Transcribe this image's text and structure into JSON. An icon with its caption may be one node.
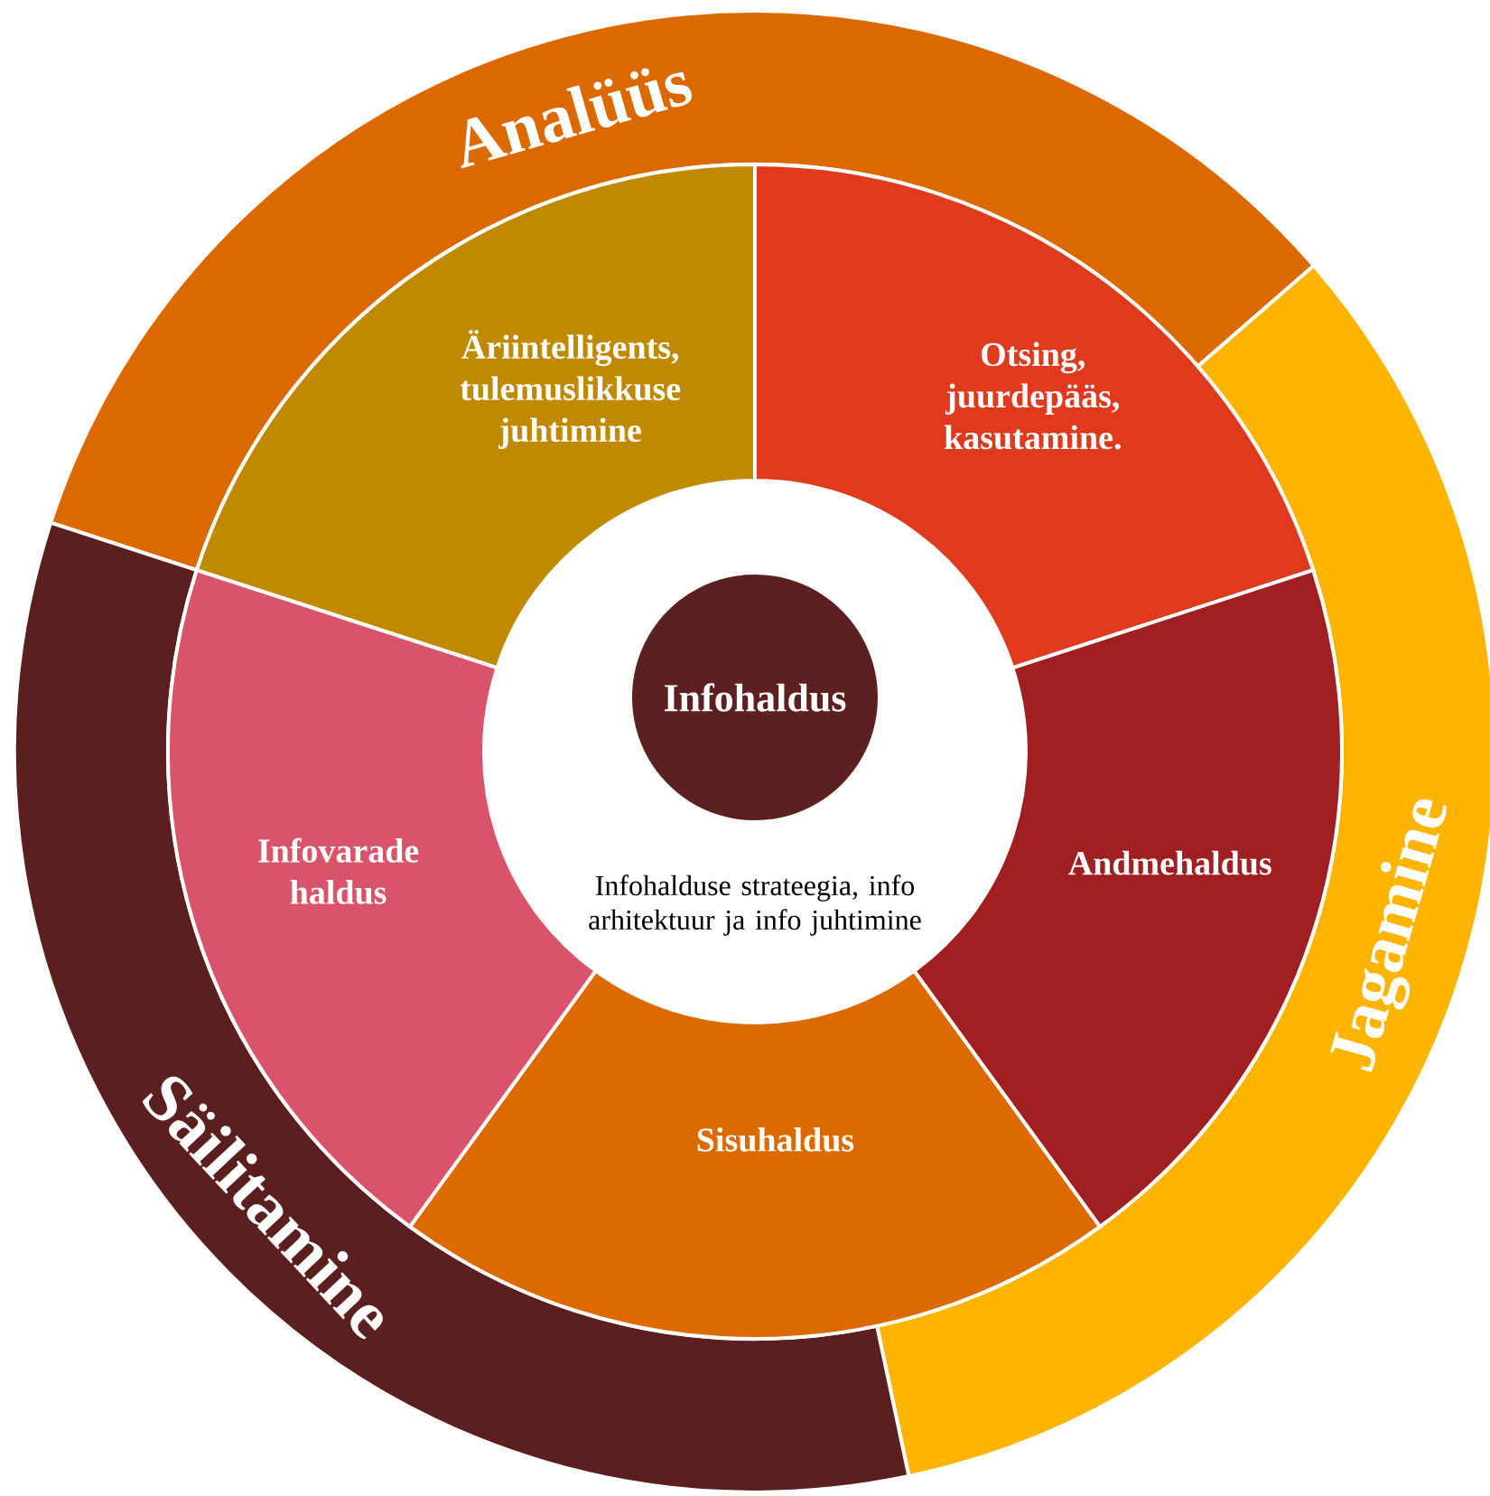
{
  "diagram": {
    "nodes": [
      {
        "text": [
          "Analüüs"
        ]
      },
      {
        "text": [
          "Jagamine"
        ]
      },
      {
        "text": [
          "Säilitamine"
        ]
      },
      {
        "text": [
          "Äriintelligents, tulemuslikkuse juhtimine"
        ]
      },
      {
        "text": [
          "Otsing, juurdepääs, kasutamine."
        ]
      },
      {
        "text": [
          "Andmehaldus"
        ]
      },
      {
        "text": [
          "Sisuhaldus"
        ]
      },
      {
        "text": [
          "Infovarade haldus"
        ]
      },
      {
        "text": [
          "Infohalduse strateegia, info arhitektuur ja info juhtimine"
        ]
      },
      {
        "text": [
          "Infohaldus"
        ],
        "in": 8
      }
    ]
  }
}
